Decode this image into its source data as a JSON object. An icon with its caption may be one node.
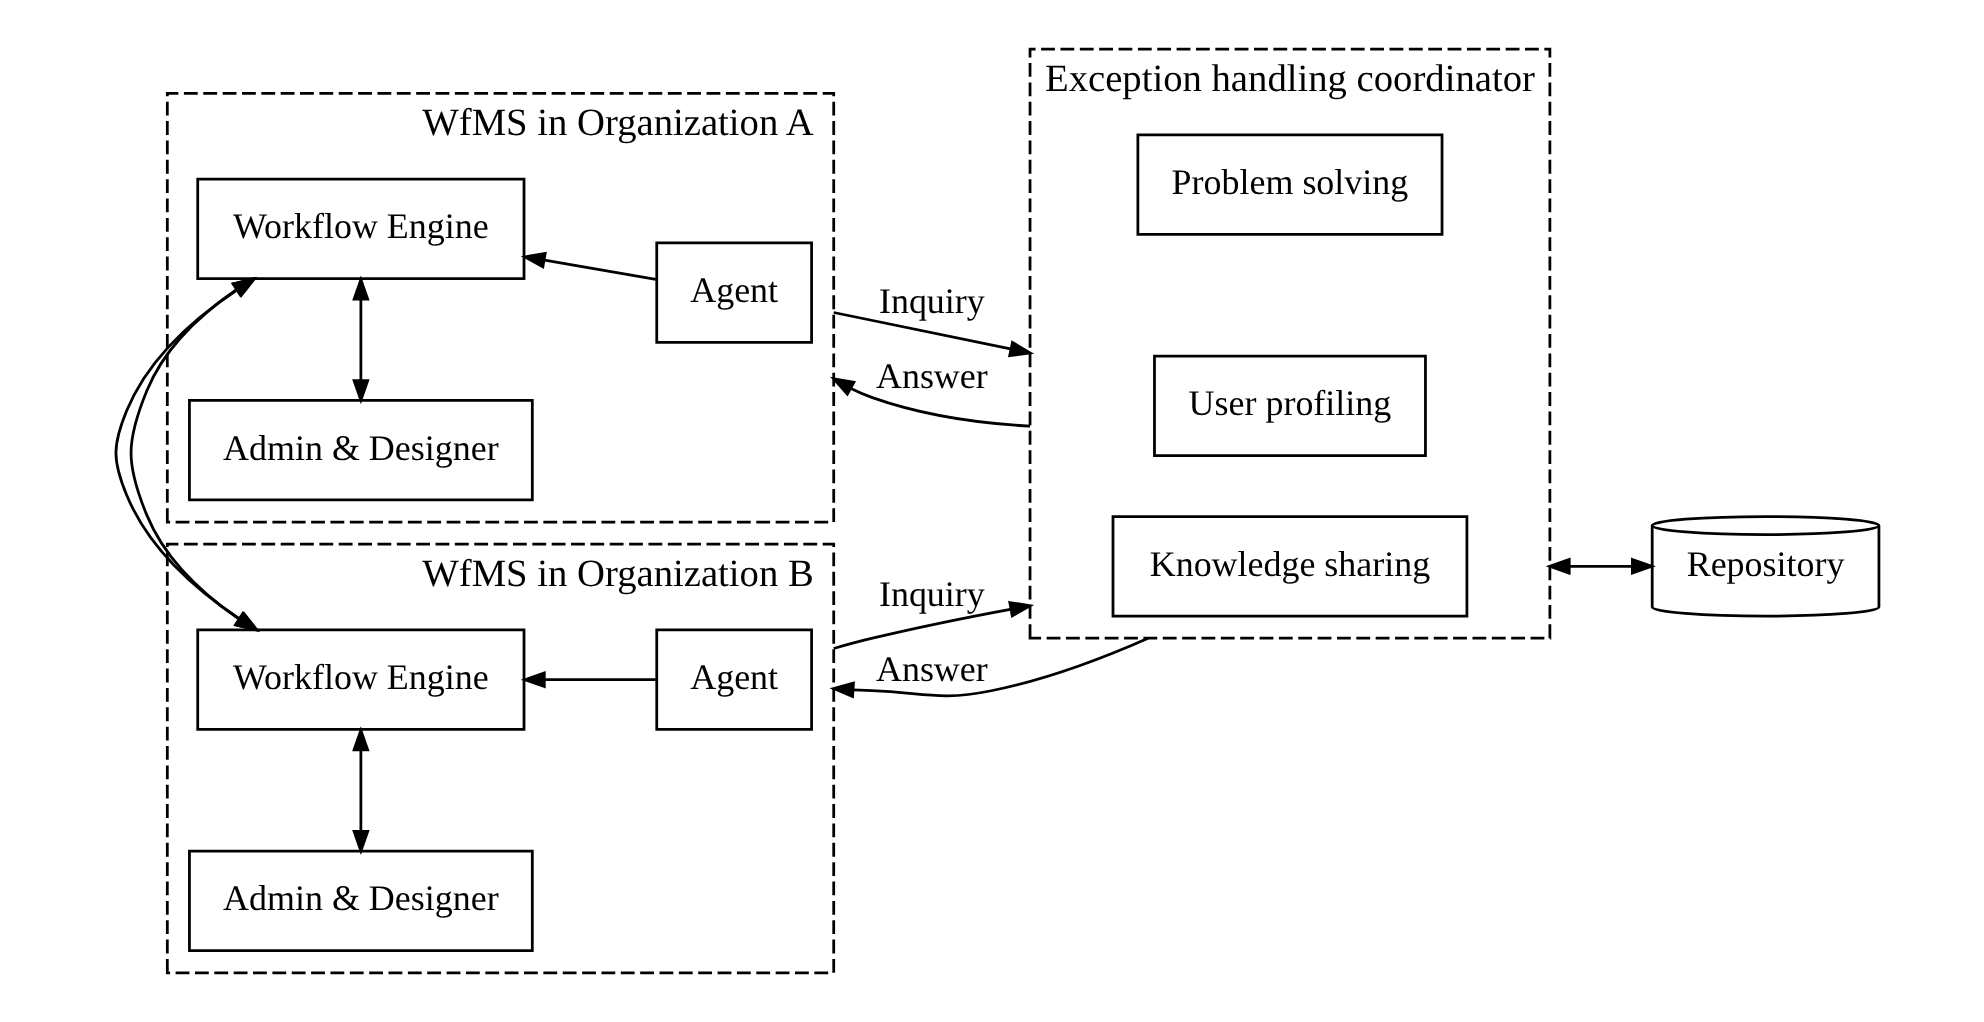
{
  "diagram": {
    "nodes": [
      {
        "text": [
          "WfMS in Organization A"
        ]
      },
      {
        "text": [
          "Admin & Designer"
        ],
        "in": 0
      },
      {
        "text": [
          "Workflow Engine"
        ],
        "in": 0
      },
      {
        "text": [
          "Agent"
        ],
        "in": 0
      },
      {
        "text": [
          "Exception handling coordinator"
        ]
      },
      {
        "text": [
          "User profiling"
        ],
        "in": 4
      },
      {
        "text": [
          "Problem solving"
        ],
        "in": 4
      },
      {
        "text": [
          "Knowledge sharing"
        ],
        "in": 4
      },
      {
        "text": [
          "Repository"
        ]
      },
      {
        "text": [
          "WfMS in Organization B"
        ]
      },
      {
        "text": [
          "Admin & Designer"
        ],
        "in": 9
      },
      {
        "text": [
          "Workflow Engine"
        ],
        "in": 9
      },
      {
        "text": [
          "Agent"
        ],
        "in": 9
      }
    ],
    "edges": [
      {
        "from": 1,
        "to": 2,
        "arrow": "both"
      },
      {
        "from": 3,
        "to": 2,
        "arrow": "to"
      },
      {
        "from": 0,
        "to": 4,
        "arrow": "to",
        "label": "Inquiry"
      },
      {
        "from": 4,
        "to": 0,
        "arrow": "to",
        "label": "Answer"
      },
      {
        "from": 0,
        "to": 9,
        "arrow": "both"
      },
      {
        "from": 9,
        "to": 4,
        "arrow": "to",
        "label": "Inquiry"
      },
      {
        "from": 4,
        "to": 9,
        "arrow": "to",
        "label": "Answer"
      },
      {
        "from": 4,
        "to": 8,
        "arrow": "both"
      },
      {
        "from": 10,
        "to": 11,
        "arrow": "both"
      },
      {
        "from": 12,
        "to": 11,
        "arrow": "to"
      }
    ]
  }
}
